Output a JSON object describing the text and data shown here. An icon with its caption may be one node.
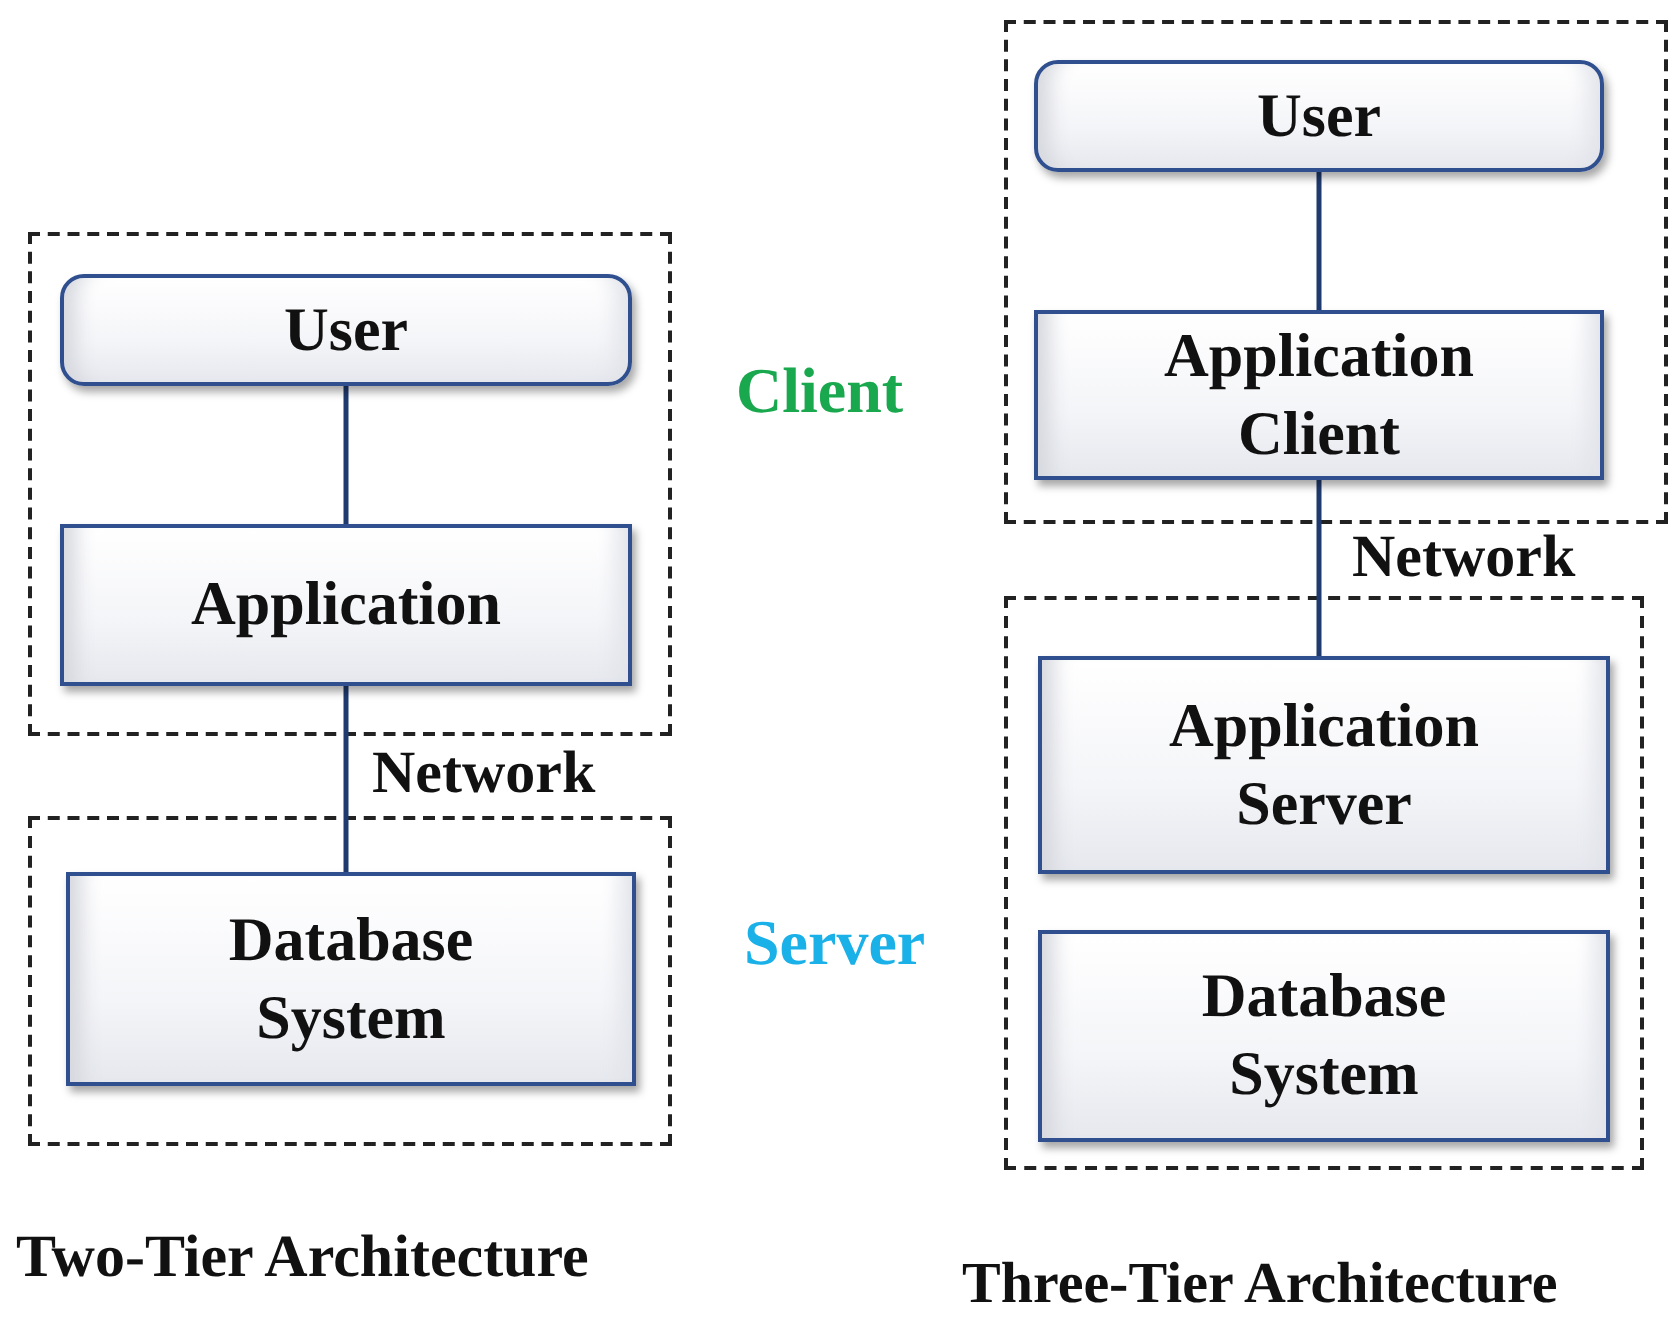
{
  "diagram": {
    "nodes": [
      {
        "text": [],
        "shape": "box"
      },
      {
        "text": [
          "User"
        ],
        "in": 0
      },
      {
        "text": [
          "Application"
        ],
        "in": 0
      },
      {
        "text": [],
        "shape": "box"
      },
      {
        "text": [
          "Database System"
        ],
        "in": 3
      },
      {
        "text": [],
        "shape": "box"
      },
      {
        "text": [
          "User"
        ],
        "in": 5
      },
      {
        "text": [
          "Application Client"
        ],
        "in": 5
      },
      {
        "text": [],
        "shape": "box"
      },
      {
        "text": [
          "Application Server"
        ],
        "in": 8
      },
      {
        "text": [
          "Database System"
        ],
        "in": 8
      }
    ],
    "edges": [
      {
        "from": 1,
        "to": 2,
        "arrow": "none"
      },
      {
        "from": 2,
        "to": 4,
        "arrow": "none",
        "label": "Network"
      },
      {
        "from": 6,
        "to": 7,
        "arrow": "none"
      },
      {
        "from": 7,
        "to": 9,
        "arrow": "none",
        "label": "Network"
      }
    ],
    "labels": [
      "Client",
      "Server",
      "Two-Tier Architecture",
      "Three-Tier Architecture"
    ]
  }
}
